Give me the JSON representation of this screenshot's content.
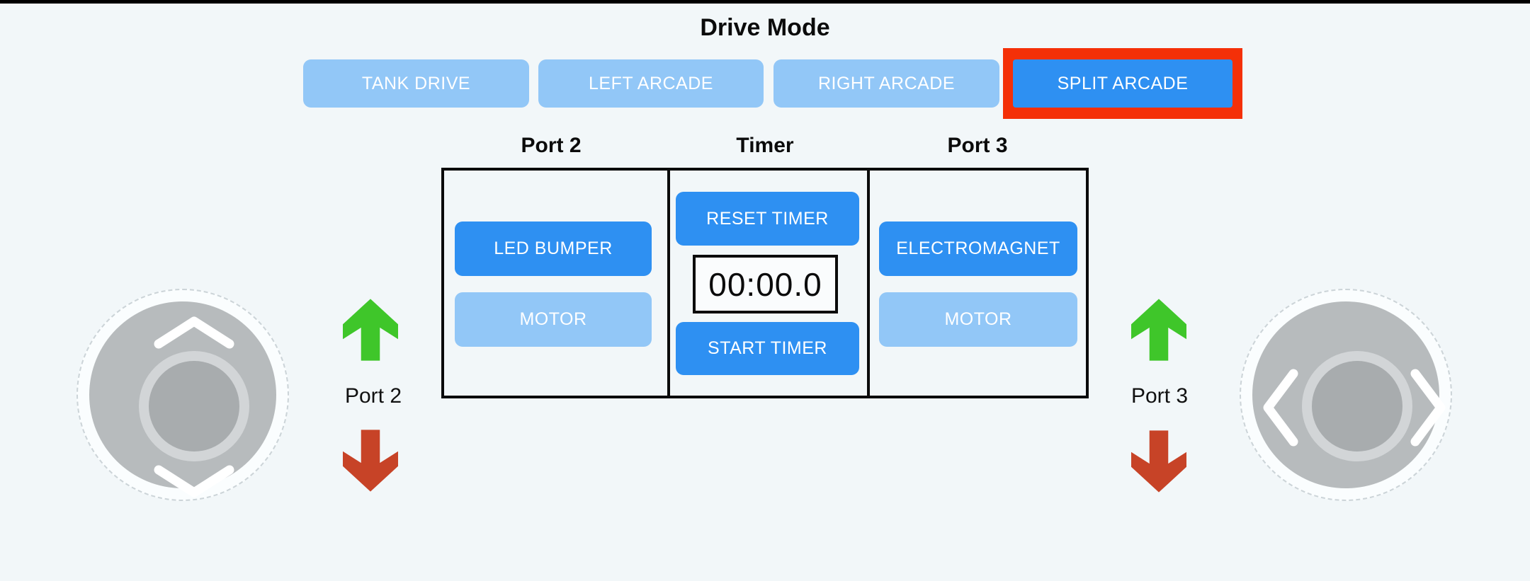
{
  "page": {
    "title": "Drive Mode",
    "background": "#f2f7f9",
    "topbar_color": "#000000"
  },
  "colors": {
    "accent_blue": "#2e90f2",
    "light_blue": "#92c7f7",
    "selected_frame_red": "#f43008",
    "arrow_green": "#3fc62a",
    "arrow_red": "#c74327",
    "joystick_gray": "#b7bbbd",
    "knob_gray": "#a8acae"
  },
  "drive_mode": {
    "buttons": [
      {
        "label": "TANK DRIVE",
        "selected": false
      },
      {
        "label": "LEFT ARCADE",
        "selected": false
      },
      {
        "label": "RIGHT ARCADE",
        "selected": false
      },
      {
        "label": "SPLIT ARCADE",
        "selected": true
      }
    ]
  },
  "panel": {
    "headers": {
      "left": "Port 2",
      "center": "Timer",
      "right": "Port 3"
    },
    "port2": {
      "buttons": [
        {
          "label": "LED BUMPER",
          "active": true
        },
        {
          "label": "MOTOR",
          "active": false
        }
      ]
    },
    "timer": {
      "reset_label": "RESET TIMER",
      "display_value": "00:00.0",
      "start_label": "START TIMER"
    },
    "port3": {
      "buttons": [
        {
          "label": "ELECTROMAGNET",
          "active": true
        },
        {
          "label": "MOTOR",
          "active": false
        }
      ]
    }
  },
  "left_controls": {
    "port_label": "Port 2",
    "up_indicator": "green-up-arrow",
    "down_indicator": "red-down-arrow",
    "joystick_axis": "vertical"
  },
  "right_controls": {
    "port_label": "Port 3",
    "up_indicator": "green-up-arrow",
    "down_indicator": "red-down-arrow",
    "joystick_axis": "horizontal"
  }
}
